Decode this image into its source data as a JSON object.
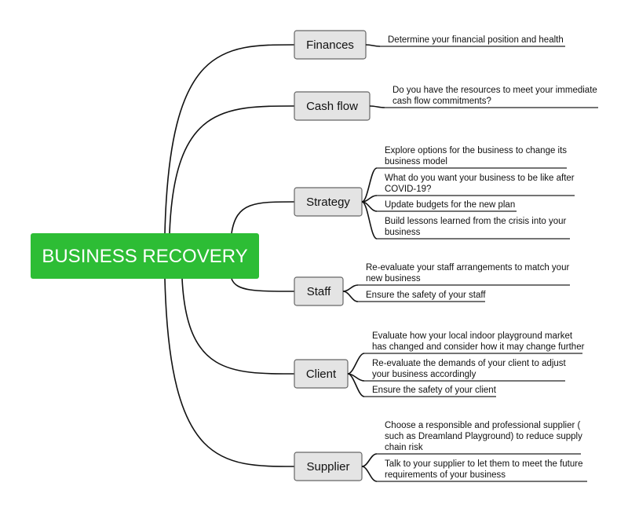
{
  "root": {
    "label": "BUSINESS RECOVERY",
    "color": "#2dbd35"
  },
  "branches": [
    {
      "label": "Finances",
      "items": [
        [
          "Determine your financial position and health"
        ]
      ]
    },
    {
      "label": "Cash flow",
      "items": [
        [
          "Do you have the resources to meet your immediate",
          "cash flow commitments?"
        ]
      ]
    },
    {
      "label": "Strategy",
      "items": [
        [
          "Explore options for the business to change its",
          "business model"
        ],
        [
          "What do you want your business to be like after",
          "COVID-19?"
        ],
        [
          "Update budgets for the new plan"
        ],
        [
          "Build lessons learned from the crisis into your",
          "business"
        ]
      ]
    },
    {
      "label": "Staff",
      "items": [
        [
          "Re-evaluate your staff arrangements to match your",
          "new business"
        ],
        [
          "Ensure the safety of your staff"
        ]
      ]
    },
    {
      "label": "Client",
      "items": [
        [
          "Evaluate how your local indoor playground market",
          "has changed and consider how it may change further"
        ],
        [
          "Re-evaluate the demands of your client to adjust",
          "your business accordingly"
        ],
        [
          "Ensure the safety of your client"
        ]
      ]
    },
    {
      "label": "Supplier",
      "items": [
        [
          "Choose a responsible and professional supplier (",
          "such as Dreamland Playground) to reduce supply",
          "chain risk"
        ],
        [
          "Talk to your supplier to let them to meet the future",
          "requirements of your business"
        ]
      ]
    }
  ]
}
